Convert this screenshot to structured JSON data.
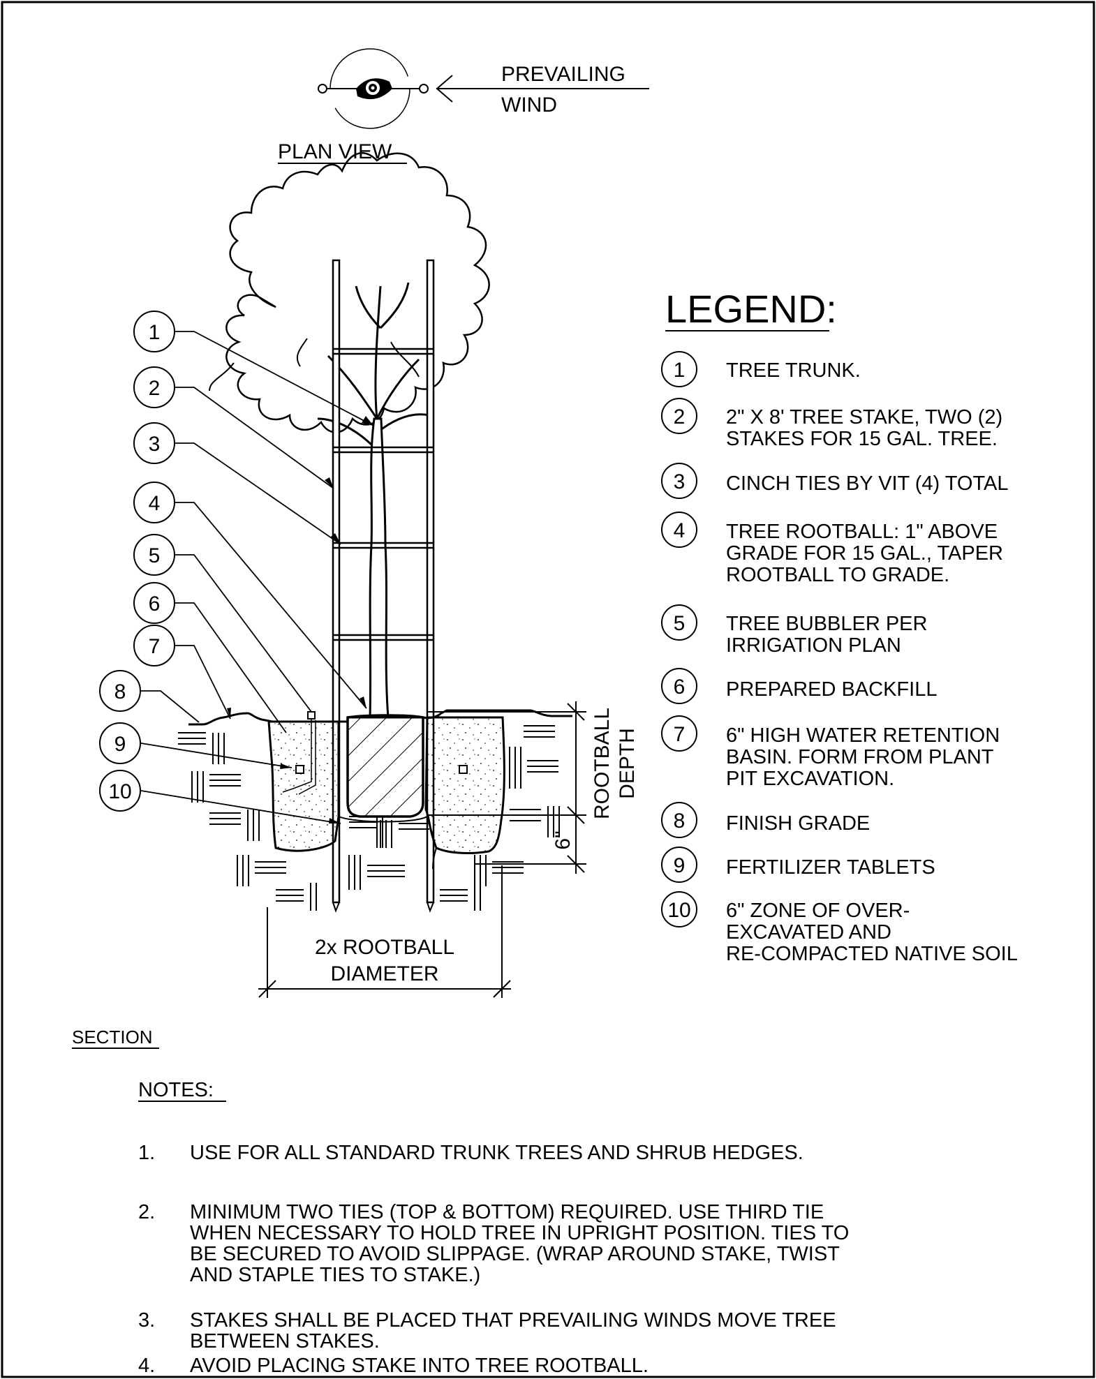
{
  "plan_view": {
    "wind_label_line1": "PREVAILING",
    "wind_label_line2": "WIND",
    "title": "PLAN VIEW",
    "eye_icon": "eye-icon",
    "arrow_icon": "wind-arrow-icon"
  },
  "section": {
    "title": "SECTION",
    "callouts": [
      "1",
      "2",
      "3",
      "4",
      "5",
      "6",
      "7",
      "8",
      "9",
      "10"
    ],
    "rootball_label_line1": "ROOTBALL",
    "rootball_label_line2": "DEPTH",
    "six_inch_label": "6\"",
    "diameter_label_line1": "2x ROOTBALL",
    "diameter_label_line2": "DIAMETER"
  },
  "legend": {
    "title": "LEGEND:",
    "items": [
      {
        "num": "1",
        "lines": [
          "TREE TRUNK."
        ]
      },
      {
        "num": "2",
        "lines": [
          "2\" X 8' TREE STAKE, TWO (2)",
          "STAKES FOR 15 GAL. TREE."
        ]
      },
      {
        "num": "3",
        "lines": [
          "CINCH TIES BY VIT (4) TOTAL"
        ]
      },
      {
        "num": "4",
        "lines": [
          "TREE ROOTBALL: 1\" ABOVE",
          "GRADE FOR  15 GAL.,  TAPER",
          "ROOTBALL TO GRADE."
        ]
      },
      {
        "num": "5",
        "lines": [
          "TREE BUBBLER PER",
          "IRRIGATION PLAN"
        ]
      },
      {
        "num": "6",
        "lines": [
          "PREPARED BACKFILL"
        ]
      },
      {
        "num": "7",
        "lines": [
          "6\" HIGH WATER RETENTION",
          "BASIN. FORM FROM PLANT",
          "PIT EXCAVATION."
        ]
      },
      {
        "num": "8",
        "lines": [
          "FINISH GRADE"
        ]
      },
      {
        "num": "9",
        "lines": [
          "FERTILIZER TABLETS"
        ]
      },
      {
        "num": "10",
        "lines": [
          "6\" ZONE OF OVER-",
          "EXCAVATED AND",
          "RE-COMPACTED NATIVE SOIL"
        ]
      }
    ]
  },
  "notes": {
    "title": "NOTES:",
    "items": [
      {
        "num": "1.",
        "lines": [
          "USE FOR ALL STANDARD TRUNK TREES AND SHRUB HEDGES."
        ]
      },
      {
        "num": "2.",
        "lines": [
          "MINIMUM TWO TIES (TOP & BOTTOM) REQUIRED.  USE THIRD TIE",
          "WHEN NECESSARY TO HOLD TREE IN UPRIGHT POSITION.  TIES TO",
          "BE SECURED TO AVOID SLIPPAGE.  (WRAP AROUND STAKE, TWIST",
          "AND STAPLE TIES TO STAKE.)"
        ]
      },
      {
        "num": "3.",
        "lines": [
          "STAKES SHALL BE PLACED THAT PREVAILING WINDS MOVE TREE",
          "BETWEEN STAKES."
        ]
      },
      {
        "num": "4.",
        "lines": [
          "AVOID PLACING STAKE INTO TREE ROOTBALL."
        ]
      }
    ]
  }
}
